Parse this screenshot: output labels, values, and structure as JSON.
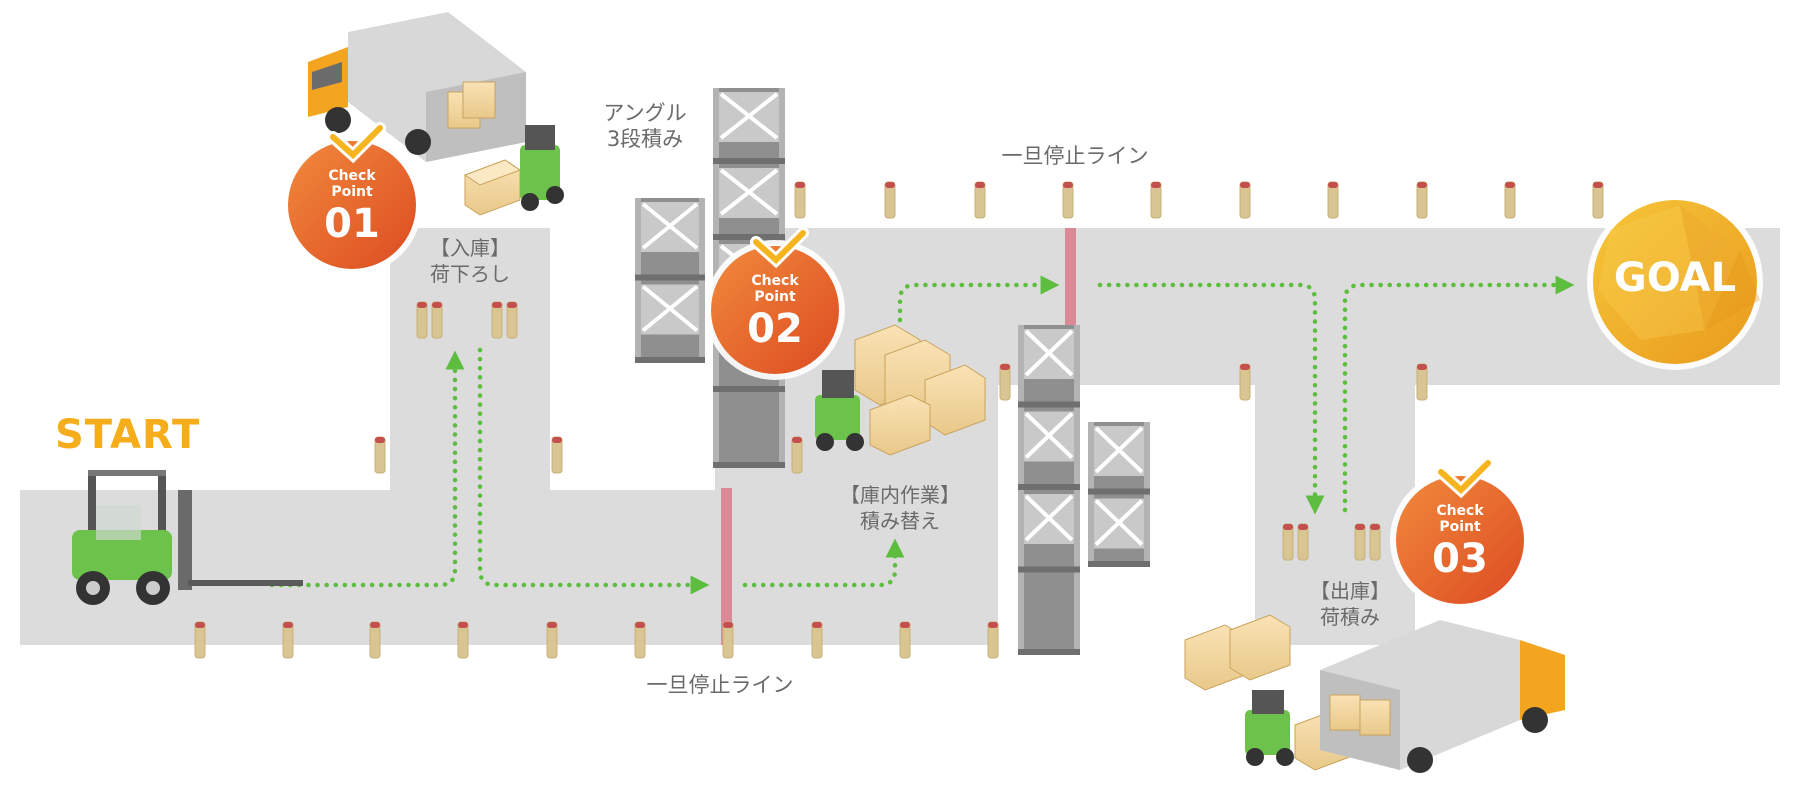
{
  "start": {
    "label": "START"
  },
  "goal": {
    "label": "GOAL"
  },
  "checkpoints": [
    {
      "check_label": "Check",
      "point_label": "Point",
      "number": "01"
    },
    {
      "check_label": "Check",
      "point_label": "Point",
      "number": "02"
    },
    {
      "check_label": "Check",
      "point_label": "Point",
      "number": "03"
    }
  ],
  "labels": {
    "receiving_line1": "【入庫】",
    "receiving_line2": "荷下ろし",
    "angle_line1": "アングル",
    "angle_line2": "3段積み",
    "stop_line_top": "一旦停止ライン",
    "stop_line_bottom": "一旦停止ライン",
    "inhouse_line1": "【庫内作業】",
    "inhouse_line2": "積み替え",
    "shipping_line1": "【出庫】",
    "shipping_line2": "荷積み"
  },
  "colors": {
    "floor": "#dcdcdc",
    "route_arrow": "#5cbd3f",
    "stop_line": "#d98a96",
    "start_text": "#f6ad1b",
    "checkpoint": "#e8602a",
    "checkpoint_check": "#f6b51f",
    "goal": "#f2b227",
    "bollard": "#d9c592",
    "forklift": "#6cc24a",
    "truck_cab": "#f3a51f",
    "rack": "#8f8f8f"
  }
}
